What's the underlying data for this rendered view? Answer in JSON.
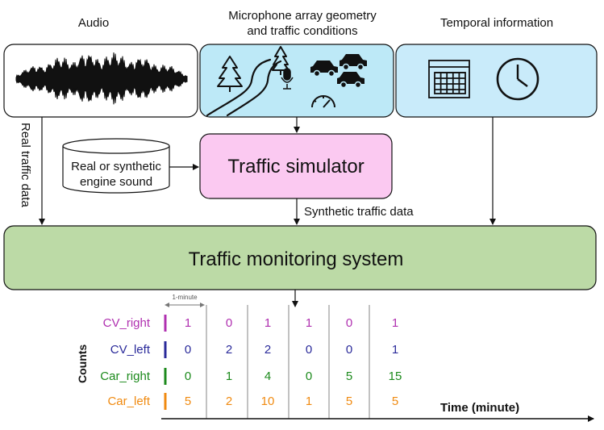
{
  "headers": {
    "audio": "Audio",
    "geometry_line1": "Microphone array geometry",
    "geometry_line2": "and traffic conditions",
    "temporal": "Temporal information"
  },
  "real_traffic_label": "Real traffic data",
  "engine_sound_line1": "Real or synthetic",
  "engine_sound_line2": "engine sound",
  "simulator_label": "Traffic simulator",
  "synthetic_label": "Synthetic traffic data",
  "monitoring_label": "Traffic monitoring system",
  "minute_label": "1-minute",
  "counts_label": "Counts",
  "time_label": "Time (minute)",
  "icons": [
    "waveform-icon",
    "tree-icon",
    "road-icon",
    "microphone-icon",
    "car-icon",
    "speedometer-icon",
    "calendar-icon",
    "clock-icon"
  ],
  "colors": {
    "geometry_box": "#bde9f7",
    "temporal_box": "#c9ebfa",
    "simulator_box": "#fbc9f1",
    "monitoring_box": "#bcdaa6"
  },
  "table": {
    "rows": [
      {
        "label": "CV_right",
        "color": "#b030b0",
        "values": [
          "1",
          "0",
          "1",
          "1",
          "0",
          "1"
        ]
      },
      {
        "label": "CV_left",
        "color": "#2a2a9a",
        "values": [
          "0",
          "2",
          "2",
          "0",
          "0",
          "1"
        ]
      },
      {
        "label": "Car_right",
        "color": "#1c8a1c",
        "values": [
          "0",
          "1",
          "4",
          "0",
          "5",
          "15"
        ]
      },
      {
        "label": "Car_left",
        "color": "#f08a10",
        "values": [
          "5",
          "2",
          "10",
          "1",
          "5",
          "5"
        ]
      }
    ]
  }
}
